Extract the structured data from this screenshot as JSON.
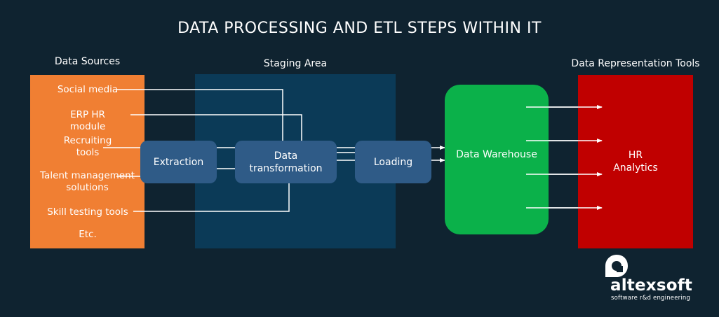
{
  "title": "DATA PROCESSING AND ETL STEPS WITHIN IT",
  "sections": {
    "sources": "Data Sources",
    "staging": "Staging Area",
    "representation": "Data Representation Tools"
  },
  "sources": [
    "Social media",
    "ERP HR module",
    "Recruiting tools",
    "Talent management solutions",
    "Skill testing tools",
    "Etc."
  ],
  "steps": {
    "extraction": "Extraction",
    "transformation": "Data transformation",
    "loading": "Loading"
  },
  "warehouse": "Data Warehouse",
  "analytics": "HR Analytics",
  "logo": {
    "name": "altexsoft",
    "tagline": "software r&d engineering"
  },
  "colors": {
    "background": "#0f2330",
    "sources": "#f07f33",
    "staging": "#0b3a57",
    "steps": "#2f5b87",
    "warehouse": "#0bb14a",
    "analytics": "#c00000"
  }
}
